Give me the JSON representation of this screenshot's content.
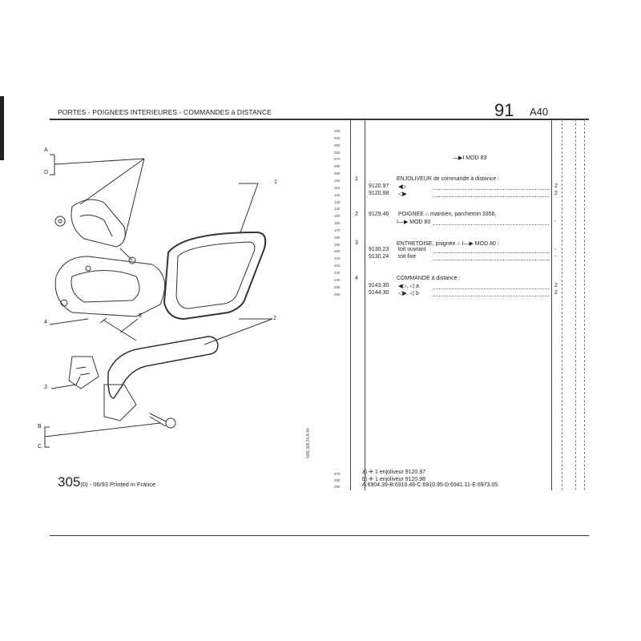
{
  "header": {
    "title": "PORTES - POIGNEES INTERIEURES - COMMANDES à DISTANCE",
    "section_number": "91",
    "section_code": "A40"
  },
  "line_numbers": [
    "030",
    "040",
    "050",
    "060",
    "070",
    "080",
    "090",
    "100",
    "110",
    "120",
    "130",
    "140",
    "150",
    "160",
    "170",
    "180",
    "190",
    "200",
    "210",
    "220",
    "230",
    "240",
    "250",
    "260"
  ],
  "bottom_line_numbers": [
    "270",
    "280",
    "290"
  ],
  "rows": [
    {
      "line": 70,
      "item": "",
      "ref": "",
      "text": "—▶I MOD 83",
      "qty": "",
      "indent": 2,
      "dots": false
    },
    {
      "line": 100,
      "item": "1",
      "ref": "",
      "text": "ENJOLIVEUR de commande à distance :",
      "qty": "",
      "indent": 1,
      "dots": false
    },
    {
      "line": 110,
      "item": "",
      "ref": "9120.97",
      "text": "◀▷",
      "qty": "2",
      "indent": 0,
      "dots": true
    },
    {
      "line": 120,
      "item": "",
      "ref": "9120.98",
      "text": "◁▶",
      "qty": "2",
      "indent": 0,
      "dots": true
    },
    {
      "line": 150,
      "item": "2",
      "ref": "9129.46",
      "text": "POIGNEE ⌂ maintien, parchemin 3356,",
      "qty": "",
      "indent": 0,
      "dots": false
    },
    {
      "line": 160,
      "item": "",
      "ref": "",
      "text": "I—▶ MOD 80",
      "qty": "-",
      "indent": 1,
      "dots": true
    },
    {
      "line": 190,
      "item": "3",
      "ref": "",
      "text": "ENTRETOISE, poignée ⌂ I—▶ MOD 80 :",
      "qty": "",
      "indent": 1,
      "dots": false
    },
    {
      "line": 200,
      "item": "",
      "ref": "9130.23",
      "text": "toit ouvrant",
      "qty": "-",
      "indent": 0,
      "dots": true
    },
    {
      "line": 210,
      "item": "",
      "ref": "9130.24",
      "text": "toit fixe",
      "qty": "-",
      "indent": 0,
      "dots": true
    },
    {
      "line": 240,
      "item": "4",
      "ref": "",
      "text": "COMMANDE à distance :",
      "qty": "",
      "indent": 1,
      "dots": false
    },
    {
      "line": 250,
      "item": "",
      "ref": "9143.30",
      "text": "◀▷, ◁ a",
      "qty": "2",
      "indent": 0,
      "dots": true
    },
    {
      "line": 260,
      "item": "",
      "ref": "9144.30",
      "text": "◁▶, ◁ b",
      "qty": "2",
      "indent": 0,
      "dots": true
    }
  ],
  "notes": [
    "a)  ✛  1 enjoliveur 9120.97",
    "b)  ✛  1 enjoliveur 9120.98",
    "A:6904.39-B:6910.48-C:6910.95-D:6941.11-E:6973.05."
  ],
  "vertical_code": "5/88  305  91 A 40",
  "footer": {
    "model": "305",
    "suffix": "(0) - 06/93 Printed in France"
  },
  "callouts": {
    "A": "A",
    "D": "D",
    "B": "B",
    "C": "C",
    "E": "E",
    "n1": "1",
    "n2": "2",
    "n3": "3",
    "n4": "4"
  }
}
